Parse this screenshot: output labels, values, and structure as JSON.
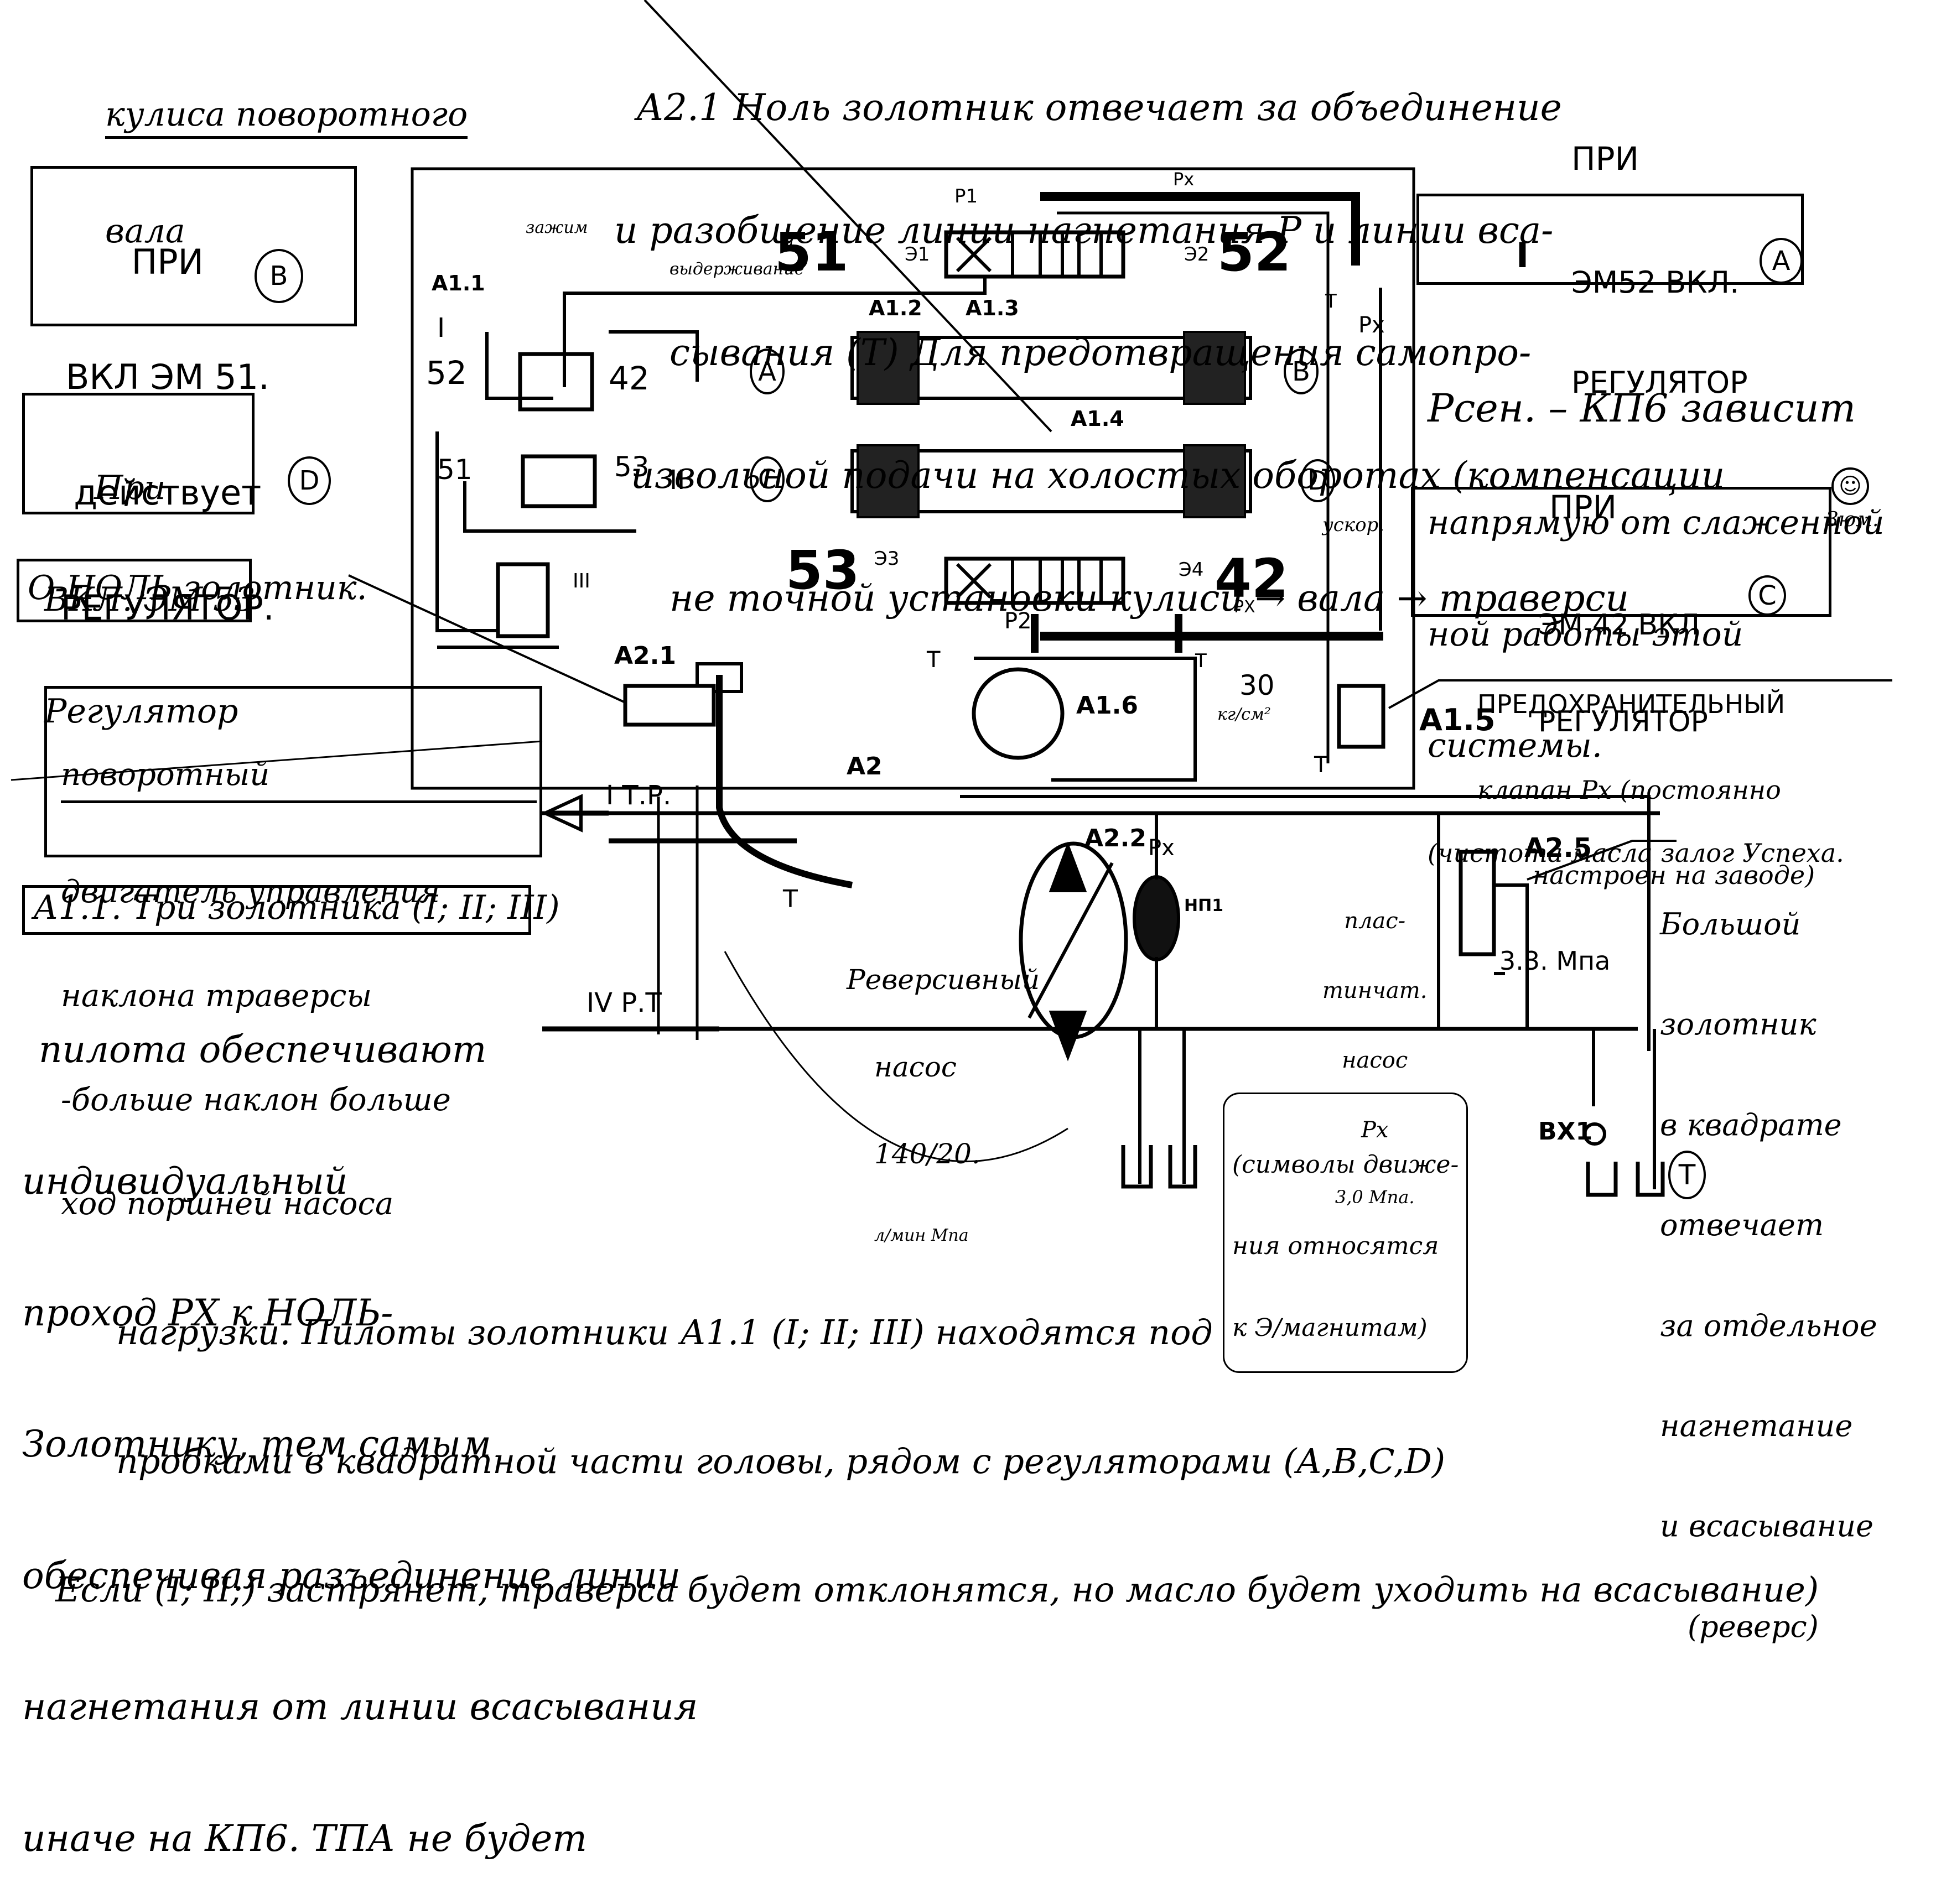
{
  "top_note": {
    "lines": [
      "А2.1 Ноль золотник отвечает за объединение",
      "и разобщение линии нагнетания Р и линии вса-",
      "сывания (Т) Для предотвращения самопро-",
      "извольной подачи на холостых оборотах (компенсации",
      "не точной установки кулиси → вала → траверси"
    ]
  },
  "kulisa_note": {
    "line1": "кулиса поворотного",
    "line2": "вала"
  },
  "em51_box": {
    "lines": [
      "ПРИ",
      "ВКЛ ЭМ 51.",
      "действует",
      "РЕГУЛЯТОР."
    ],
    "regulator": "B"
  },
  "em53_box": {
    "lines": [
      "При",
      "ВКЛ. ЭМ 53",
      "Регулятор"
    ],
    "regulator": "D"
  },
  "null_valve_box": {
    "text": "О-НОЛЬ золотник."
  },
  "rotary_motor_box": {
    "title": "поворотный",
    "lines": [
      "двигатель управления",
      "наклона траверсы",
      "-больше наклон больше",
      "ход поршней насоса"
    ]
  },
  "a11_box": {
    "title": "А1.1. Три золотника (I; II; III)"
  },
  "left_note": {
    "lines": [
      "пилота обеспечивают",
      "индивидуальный",
      "проход РХ к НОЛЬ-",
      "Золотнику, тем самым",
      "обеспечивая разъединение линии",
      "нагнетания от линии всасывания",
      "иначе на КП6. ТПА не будет"
    ]
  },
  "bottom_note": {
    "lines": [
      "нагрузки. Пилоты золотники А1.1 (I; II; III) находятся под",
      "пробками в квадратной части головы, рядом с регуляторами (A,B,C,D)",
      "Если (I; II;) застрянет, траверса будет отклонятся, но масло будет уходить на всасывание)"
    ]
  },
  "em52_box": {
    "header": "ПРИ",
    "lines": [
      "ЭМ52 ВКЛ.",
      "РЕГУЛЯТОР"
    ],
    "regulator": "A",
    "pilot": "I"
  },
  "pressure_note": {
    "lines": [
      "Рсен. – КП6 зависит",
      "напрямую от слаженной",
      "ной работы этой",
      "системы.",
      "(чистота масла залог Успеха."
    ],
    "smiley_caption": "Зюм."
  },
  "em42_box": {
    "header": "ПРИ",
    "lines": [
      "ЭМ 42 ВКЛ",
      "РЕГУЛЯТОР"
    ],
    "regulator": "C",
    "side_label": "ускор."
  },
  "safety_valve_note": {
    "lines": [
      "ПРЕДОХРАНИТЕЛЬНЫЙ",
      "клапан Рх (постоянно",
      "настроен на заводе)"
    ],
    "pressure": "3.3. Мпа",
    "tag": "А1.5"
  },
  "big_spool_note": {
    "lines": [
      "Большой",
      "золотник",
      "в квадрате",
      "отвечает",
      "за отдельное",
      "нагнетание",
      "и всасывание",
      "(реверс)"
    ],
    "tag": "А2.5"
  },
  "symbols_note": {
    "lines": [
      "(символы движе-",
      "ния относятся",
      "к Э/магнитам)"
    ]
  },
  "schematic": {
    "valve_numbers": {
      "v51": "51",
      "v52": "52",
      "v53": "53",
      "v42": "42"
    },
    "coil_tags": {
      "c31": "Э1",
      "c32": "Э2",
      "c33": "Э3",
      "c34": "Э4"
    },
    "labels": {
      "p1": "Р1",
      "p2": "Р2",
      "px_top": "Рх",
      "px_right": "Рх",
      "px_mid": "РХ",
      "px_pump": "Рх",
      "t1": "Т",
      "t2": "Т",
      "t3": "Т",
      "t4": "Т",
      "t5": "Т",
      "a11": "А1.1",
      "a12": "А1.2",
      "a13": "А1.3",
      "a14": "А1.4",
      "a16": "А1.6",
      "a21": "А2.1",
      "a2": "А2",
      "a22": "А2.2",
      "hp1": "НП1",
      "vx1": "ВХ1",
      "roman1": "I",
      "roman2": "II",
      "roman3": "III",
      "roman4": "IV",
      "pilot_52": "52",
      "pilot_42": "42",
      "pilot_51": "51",
      "pilot_53": "53",
      "itr": "I Т.Р.",
      "ivpt": "IV Р.Т",
      "zazhim": "зажим",
      "vyderzh": "выдерживание",
      "circ_a": "A",
      "circ_b": "B",
      "circ_c": "C",
      "circ_d": "D",
      "press30": "30",
      "press30_unit": "кг/см²",
      "tank": "Т"
    },
    "reverse_pump": {
      "lines": [
        "Реверсивный",
        "насос"
      ],
      "spec": "140/20.",
      "unit": "л/мин Мпа"
    },
    "vane_pump": {
      "lines": [
        "плас-",
        "тинчат.",
        "насос",
        "Рх",
        "3,0 Мпа."
      ]
    }
  }
}
